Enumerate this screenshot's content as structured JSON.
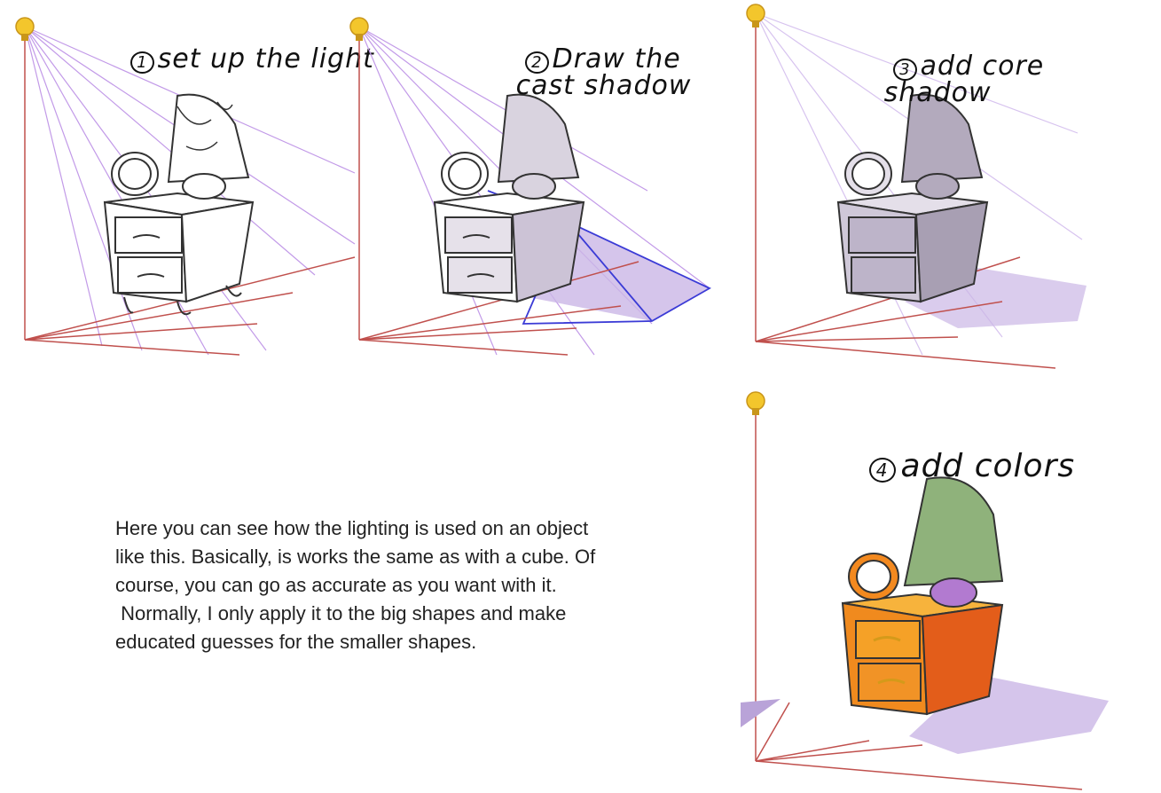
{
  "steps": [
    {
      "number": "1",
      "title": "set up the light"
    },
    {
      "number": "2",
      "title": "Draw the\n   cast shadow"
    },
    {
      "number": "3",
      "title": "add core\n   shadow"
    },
    {
      "number": "4",
      "title": "add colors"
    }
  ],
  "description": [
    "Here you can see how the lighting is used on an object",
    "like this. Basically, is works the same as with a cube. Of",
    "course, you can go as accurate as you want with it.",
    " Normally, I only apply it to the big shapes and make",
    "educated guesses for the smaller shapes."
  ],
  "colors": {
    "light_ray": "#b67ee0",
    "ground_line": "#c0504d",
    "shadow_outline": "#3b3bd6",
    "shadow_fill": "#cbb6e6",
    "bulb": "#f3c62c",
    "cabinet_color": "#f08a1e",
    "lamp_shade_color": "#8fb27b",
    "lamp_base_color": "#b27ad0"
  },
  "icons": [
    "light-bulb-icon"
  ]
}
